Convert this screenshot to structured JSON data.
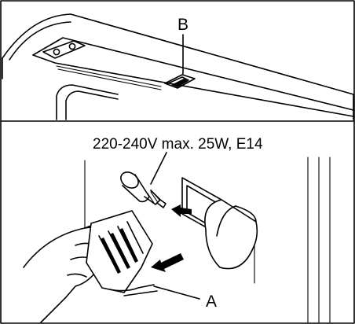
{
  "labels": {
    "b": "B",
    "a": "A",
    "spec": "220-240V max. 25W, E14"
  }
}
